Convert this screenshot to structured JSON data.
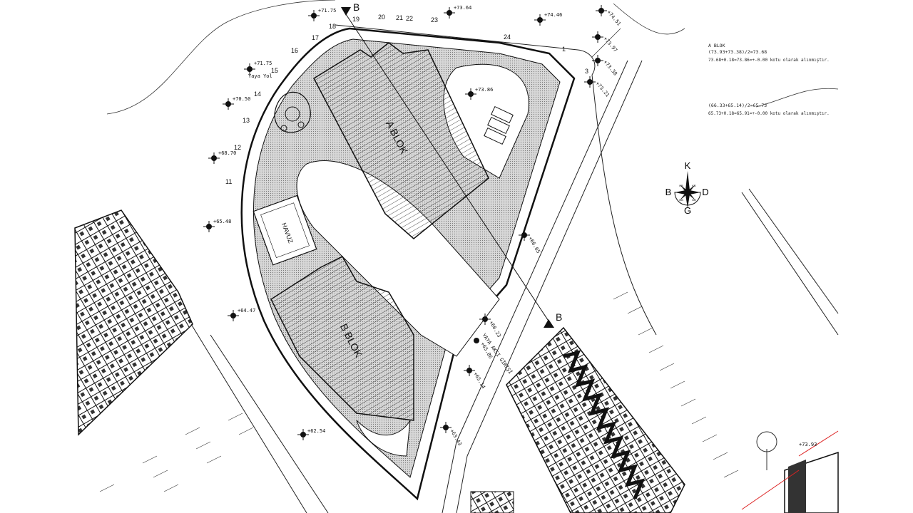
{
  "notes": {
    "a_block": {
      "title": "A BLOK",
      "formula": "(73.93+73.38)/2=73.68",
      "result": "73.68+0.18=73.86=+-0.00 kotu olarak alınmıştır."
    },
    "b_block": {
      "formula": "(66.33+65.14)/2=65.73",
      "result": "65.73+0.18=65.91=+-0.00 kotu olarak alınmıştır."
    }
  },
  "compass": {
    "north": "K",
    "west": "B",
    "east": "D",
    "south": "G",
    "nw": "KB",
    "ne": "KD",
    "sw": "GB",
    "se": "GD"
  },
  "blocks": {
    "a": "A BLOK",
    "b": "B BLOK",
    "pool": "HAVUZ"
  },
  "section_marks": {
    "top": "B",
    "bottom": "B"
  },
  "entrance_label": "YAYA AKSI GİRİŞİ",
  "road_label": "Yaya Yol",
  "elevations": [
    "+71.75",
    "+73.64",
    "+74.46",
    "+74.51",
    "+73.97",
    "+73.38",
    "+73.21",
    "+71.75",
    "+70.50",
    "+68.70",
    "+65.48",
    "+64.47",
    "+62.54",
    "+63.43",
    "+65.14",
    "+65.86",
    "+66.23",
    "+66.65",
    "+73.86",
    "+73.93"
  ],
  "parcel_points": [
    "1",
    "3",
    "11",
    "12",
    "13",
    "14",
    "15",
    "16",
    "17",
    "18",
    "19",
    "20",
    "21",
    "22",
    "23",
    "24"
  ]
}
